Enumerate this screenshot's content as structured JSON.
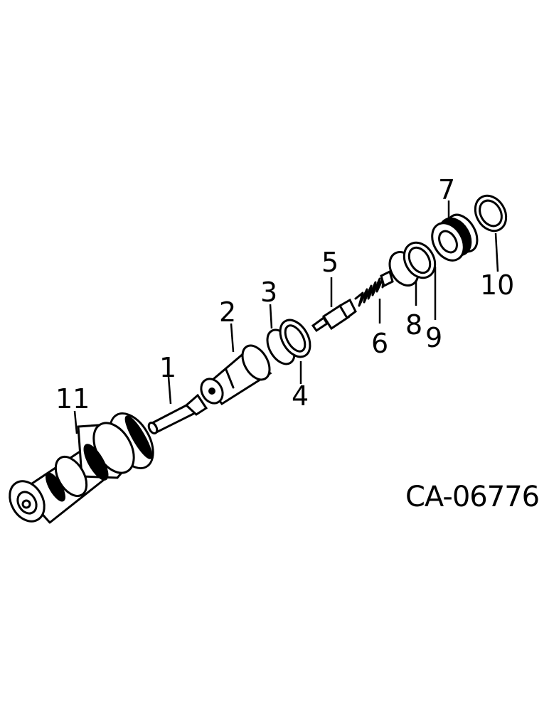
{
  "diagram": {
    "reference_code": "CA-06776",
    "callouts": [
      {
        "id": "1",
        "label": "1"
      },
      {
        "id": "2",
        "label": "2"
      },
      {
        "id": "3",
        "label": "3"
      },
      {
        "id": "4",
        "label": "4"
      },
      {
        "id": "5",
        "label": "5"
      },
      {
        "id": "6",
        "label": "6"
      },
      {
        "id": "7",
        "label": "7"
      },
      {
        "id": "8",
        "label": "8"
      },
      {
        "id": "9",
        "label": "9"
      },
      {
        "id": "10",
        "label": "10"
      },
      {
        "id": "11",
        "label": "11"
      }
    ]
  }
}
